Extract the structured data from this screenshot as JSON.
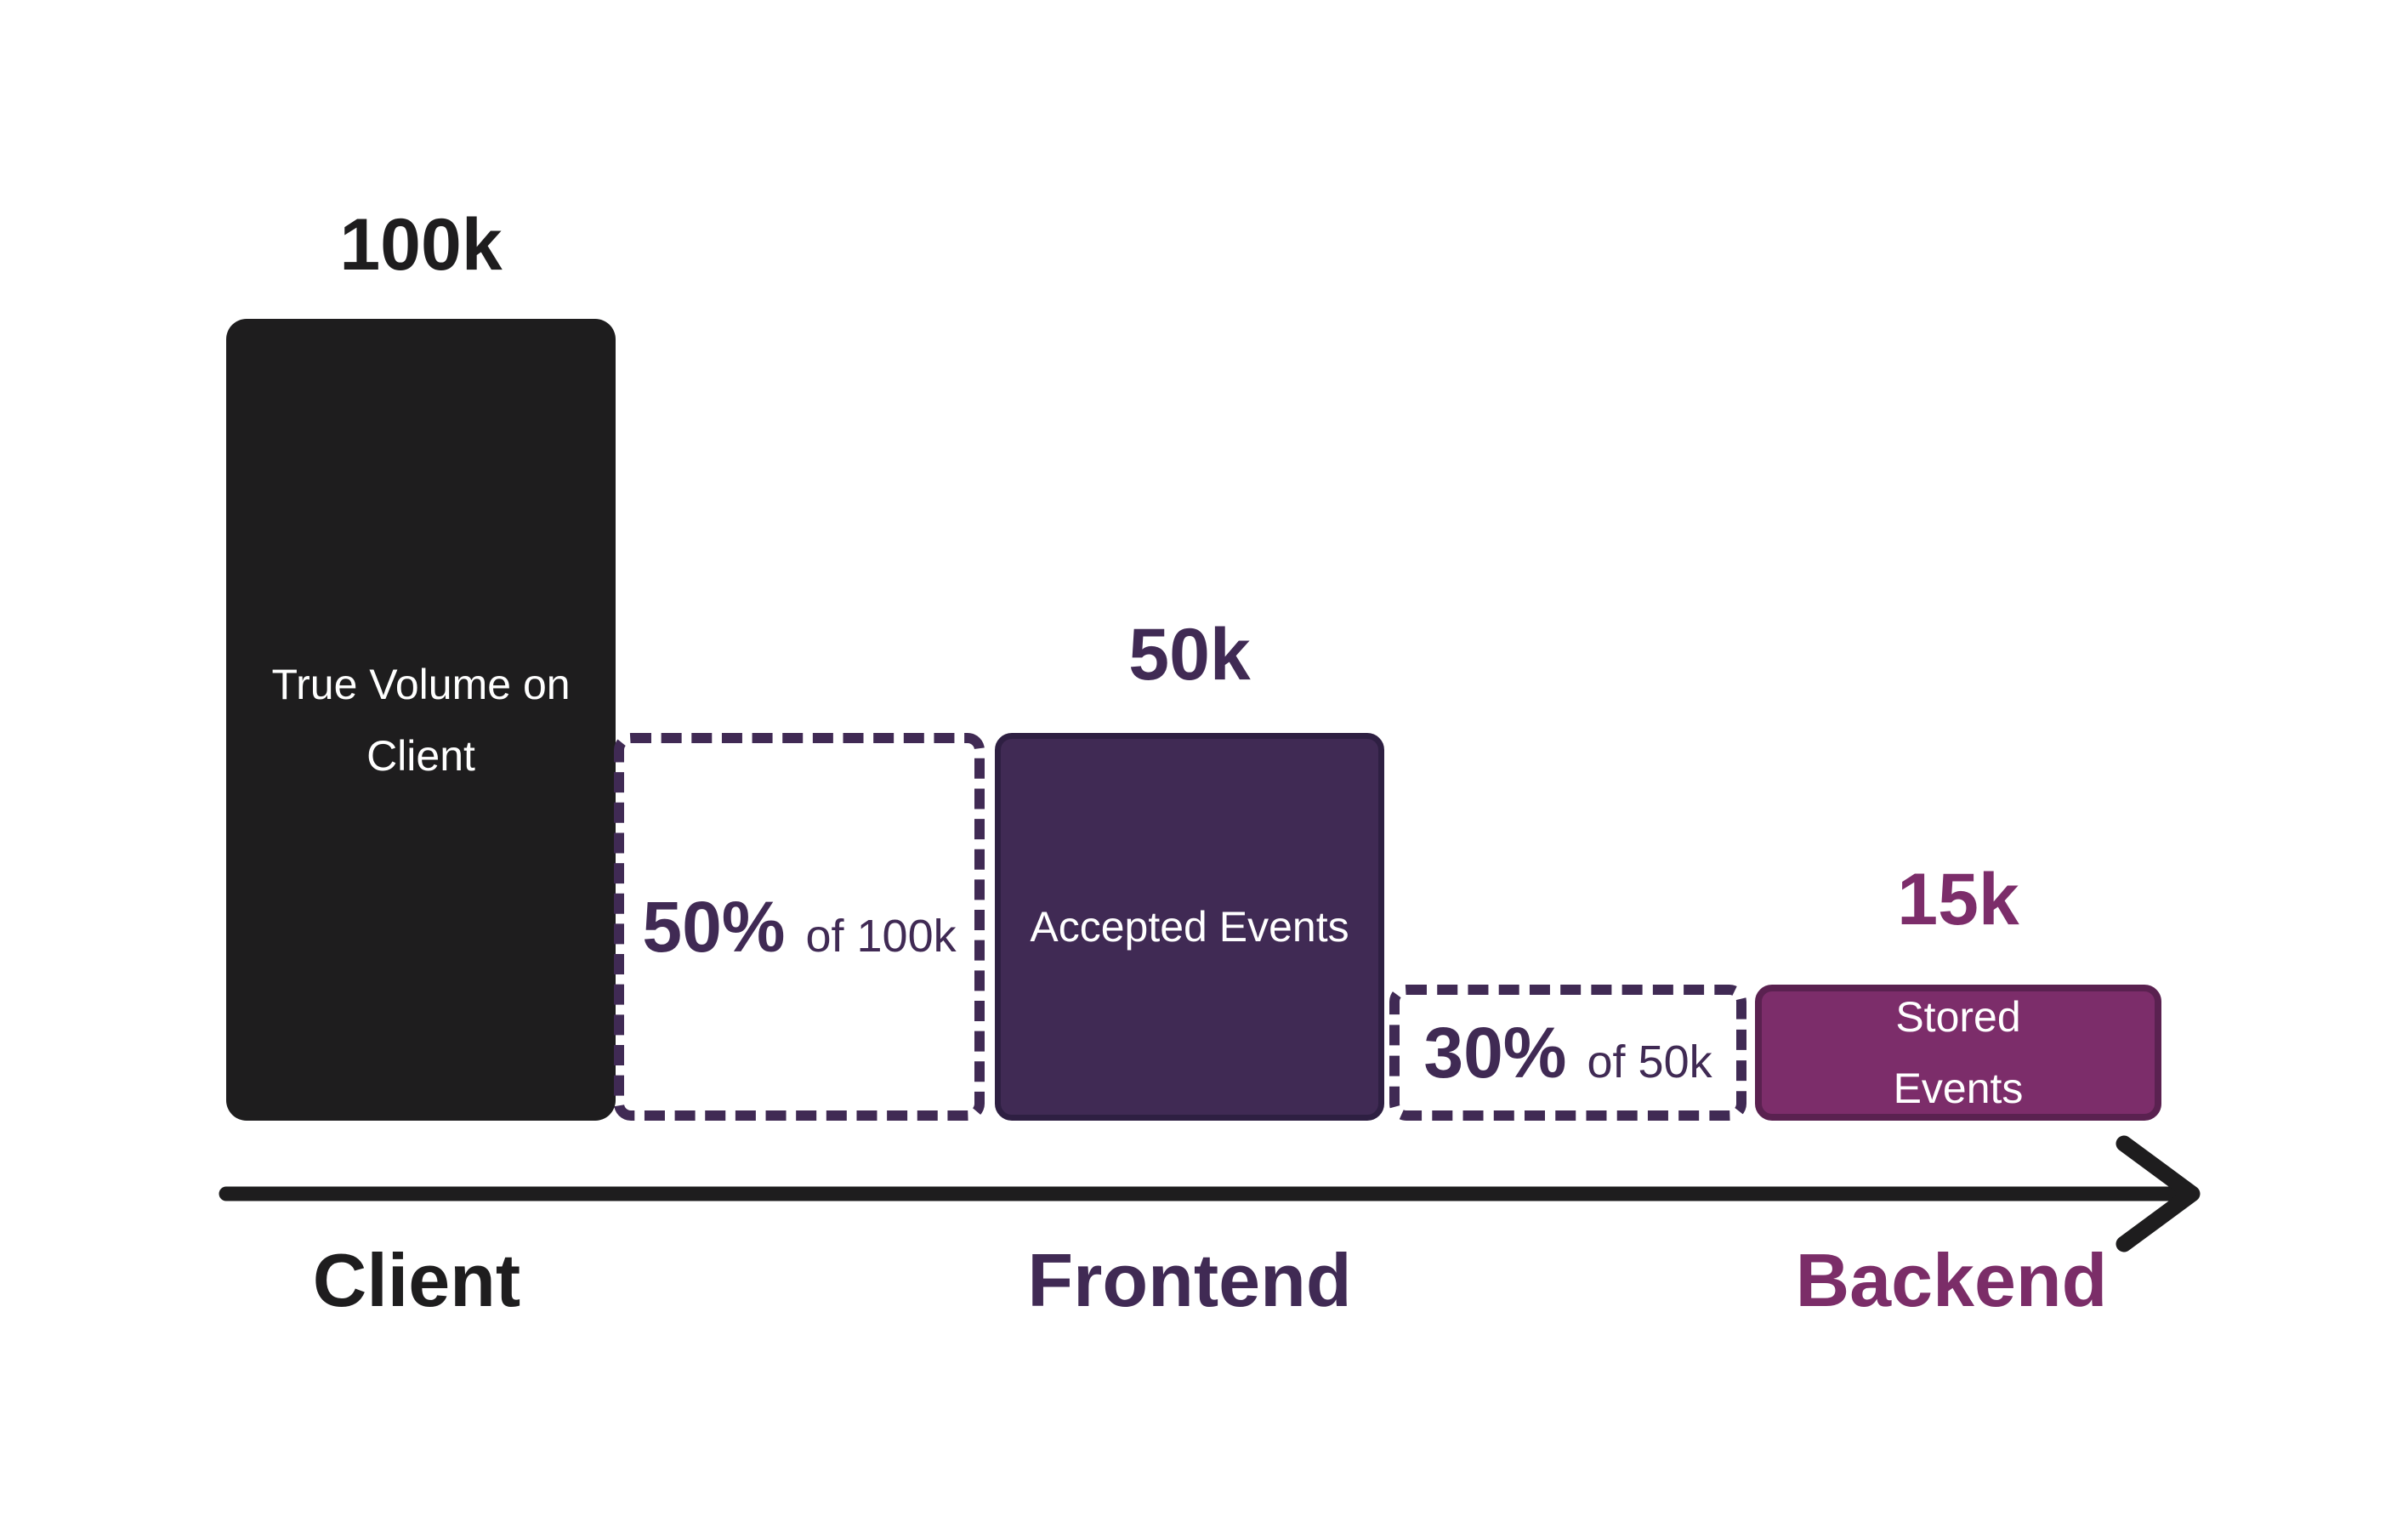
{
  "colors": {
    "background": "#ffffff",
    "ink": "#1e1d1e",
    "dark_violet": "#402a54",
    "plum": "#7c2d6a"
  },
  "chart_data": {
    "type": "bar",
    "title": "",
    "categories": [
      "Client",
      "Frontend",
      "Backend"
    ],
    "series": [
      {
        "name": "Events",
        "values": [
          100000,
          50000,
          15000
        ]
      }
    ],
    "value_labels": [
      "100k",
      "50k",
      "15k"
    ],
    "bar_labels": [
      "True Volume on Client",
      "Accepted Events",
      "Stored Events"
    ],
    "annotations": [
      "50% of 100k",
      "30% of 50k"
    ],
    "legend": false,
    "grid": false,
    "orientation": "vertical",
    "note": "funnel-style step-down bar chart; dashed boxes mark retained fraction between stages"
  },
  "funnel": {
    "stages": [
      {
        "value": "100k",
        "label_lines": [
          "True Volume on",
          "Client"
        ]
      },
      {
        "value": "50k",
        "label_lines": [
          "Accepted Events"
        ]
      },
      {
        "value": "15k",
        "label_lines": [
          "Stored",
          "Events"
        ]
      }
    ],
    "drops": [
      {
        "pct": "50%",
        "of": "of 100k"
      },
      {
        "pct": "30%",
        "of": "of 50k"
      }
    ],
    "axis": {
      "labels": [
        "Client",
        "Frontend",
        "Backend"
      ]
    }
  }
}
